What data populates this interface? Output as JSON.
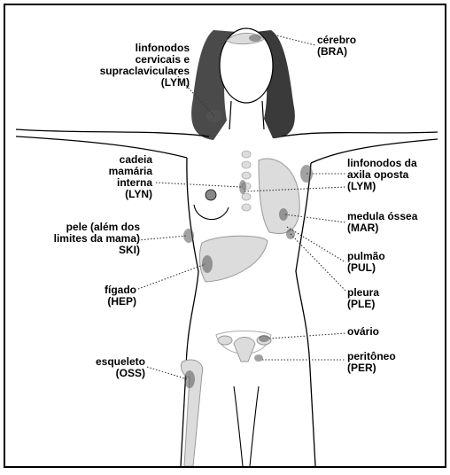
{
  "labels": {
    "cerebro": {
      "text": "cérebro\n(BRA)"
    },
    "linfonodos_cervicais": {
      "text": "linfonodos\ncervicais e\nsupraclaviculares\n(LYM)"
    },
    "cadeia_mamaria": {
      "text": "cadeia\nmamária\ninterna\n(LYN)"
    },
    "linfonodos_axila": {
      "text": "linfonodos da\naxila oposta\n(LYM)"
    },
    "medula_ossea": {
      "text": "medula óssea\n(MAR)"
    },
    "pele": {
      "text": "pele (além dos\nlimites da mama)\nSKI)"
    },
    "pulmao": {
      "text": "pulmão\n(PUL)"
    },
    "figado": {
      "text": "fígado\n(HEP)"
    },
    "pleura": {
      "text": "pleura\n(PLE)"
    },
    "ovario": {
      "text": "ovário"
    },
    "esqueleto": {
      "text": "esqueleto\n(OSS)"
    },
    "peritoneo": {
      "text": "peritôneo\n(PER)"
    }
  },
  "colors": {
    "outline": "#000000",
    "hair": "#3a3a3a",
    "organ": "#dcdcdc",
    "lesion": "#555555"
  }
}
